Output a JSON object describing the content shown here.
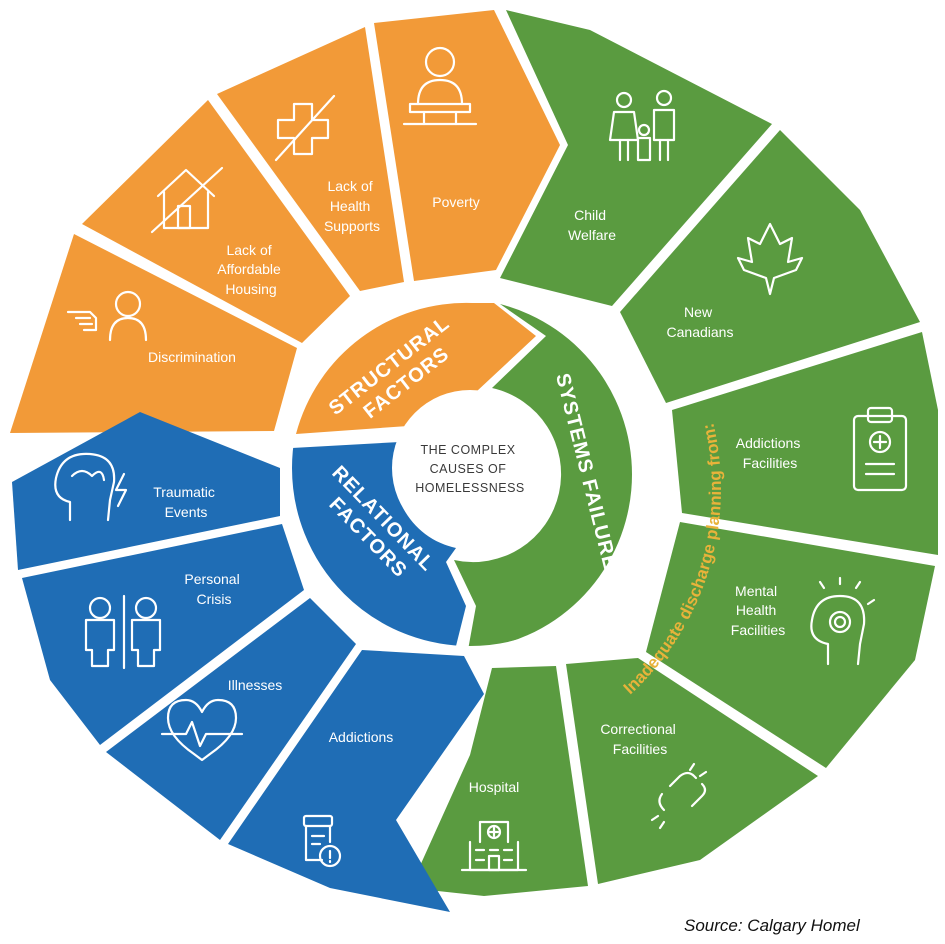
{
  "center": {
    "line1": "THE COMPLEX",
    "line2": "CAUSES OF",
    "line3": "HOMELESSNESS"
  },
  "categories": {
    "structural": {
      "line1": "STRUCTURAL",
      "line2": "FACTORS",
      "color": "#f29a38"
    },
    "relational": {
      "line1": "RELATIONAL",
      "line2": "FACTORS",
      "color": "#1f6db5"
    },
    "systems": {
      "line1": "SYSTEMS FAILURES",
      "color": "#5a9b40"
    }
  },
  "arc_caption": "Inadequate discharge planning from:",
  "segments": {
    "discrimination": {
      "label": "Discrimination",
      "icon": "pointing-hand-person-icon"
    },
    "housing": {
      "line1": "Lack of",
      "line2": "Affordable",
      "line3": "Housing",
      "icon": "crossed-house-icon"
    },
    "health": {
      "line1": "Lack of",
      "line2": "Health",
      "line3": "Supports",
      "icon": "crossed-medical-cross-icon"
    },
    "poverty": {
      "label": "Poverty",
      "icon": "sitting-person-icon"
    },
    "child_welfare": {
      "line1": "Child",
      "line2": "Welfare",
      "icon": "family-icon"
    },
    "new_canadians": {
      "line1": "New",
      "line2": "Canadians",
      "icon": "maple-leaf-icon"
    },
    "addictions_facilities": {
      "line1": "Addictions",
      "line2": "Facilities",
      "icon": "clipboard-icon"
    },
    "mental_health": {
      "line1": "Mental",
      "line2": "Health",
      "line3": "Facilities",
      "icon": "mind-icon"
    },
    "correctional": {
      "line1": "Correctional",
      "line2": "Facilities",
      "icon": "broken-chain-icon"
    },
    "hospital": {
      "label": "Hospital",
      "icon": "hospital-building-icon"
    },
    "addictions": {
      "label": "Addictions",
      "icon": "pill-bottle-icon"
    },
    "illnesses": {
      "label": "Illnesses",
      "icon": "heartbeat-icon"
    },
    "personal_crisis": {
      "line1": "Personal",
      "line2": "Crisis",
      "icon": "two-people-icon"
    },
    "traumatic_events": {
      "line1": "Traumatic",
      "line2": "Events",
      "icon": "head-lightning-icon"
    }
  },
  "source": "Source: Calgary Homel"
}
